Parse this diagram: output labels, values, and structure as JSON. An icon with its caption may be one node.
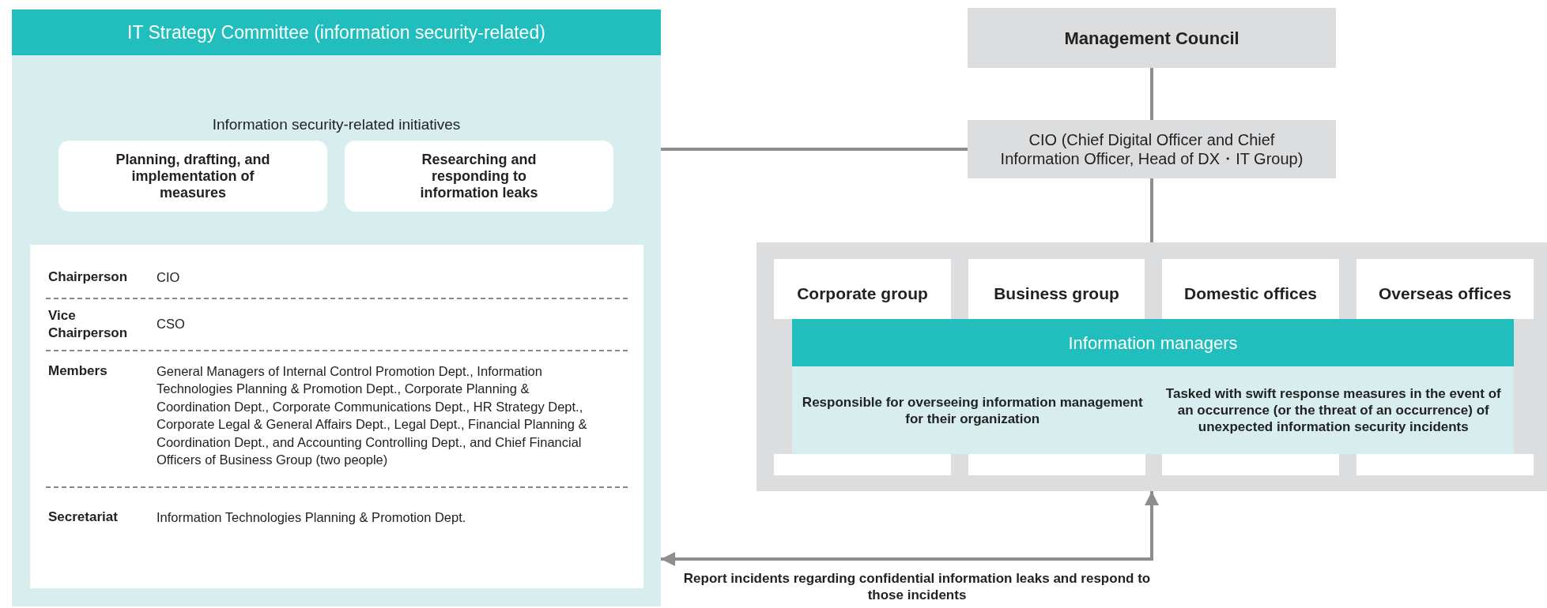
{
  "diagram": {
    "nodes": [
      {
        "text": [
          "IT Strategy Committee (information security-related)",
          "Information security-related initiatives"
        ]
      },
      {
        "text": [
          "Planning, drafting, and implementation of measures"
        ],
        "in": 0
      },
      {
        "text": [
          "Researching and responding to information leaks"
        ],
        "in": 0
      },
      {
        "text": [
          "Chairperson",
          "CIO",
          "Vice Chairperson",
          "CSO",
          "Members",
          "General Managers of Internal Control Promotion Dept., Information Technologies Planning & Promotion Dept., Corporate Planning & Coordination Dept., Corporate Communications Dept., HR Strategy Dept., Corporate Legal & General Affairs Dept., Legal Dept., Financial Planning & Coordination Dept., and Accounting Controlling Dept., and Chief Financial Officers of Business Group (two people)",
          "Secretariat",
          "Information Technologies Planning & Promotion Dept."
        ],
        "in": 0
      },
      {
        "text": [
          "Management Council"
        ]
      },
      {
        "text": [
          "CIO (Chief Digital Officer and Chief Information Officer, Head of DX・IT Group)"
        ]
      },
      {
        "text": [],
        "shape": "box"
      },
      {
        "text": [
          "Corporate group"
        ],
        "in": 6
      },
      {
        "text": [
          "Business group"
        ],
        "in": 6
      },
      {
        "text": [
          "Domestic offices"
        ],
        "in": 6
      },
      {
        "text": [
          "Overseas offices"
        ],
        "in": 6
      },
      {
        "text": [
          "Information managers",
          "Responsible for overseeing information management for their organization",
          "Tasked with swift response measures in the event of an occurrence (or the threat of an occurrence) of unexpected information security incidents"
        ],
        "in": 6
      }
    ],
    "edges": [
      {
        "from": 0,
        "to": 5,
        "arrow": "none"
      },
      {
        "from": 4,
        "to": 5,
        "arrow": "none"
      },
      {
        "from": 5,
        "to": 6,
        "arrow": "none"
      },
      {
        "from": 6,
        "to": 0,
        "arrow": "both",
        "label": "Report incidents regarding confidential information leaks and respond to those incidents"
      }
    ]
  }
}
